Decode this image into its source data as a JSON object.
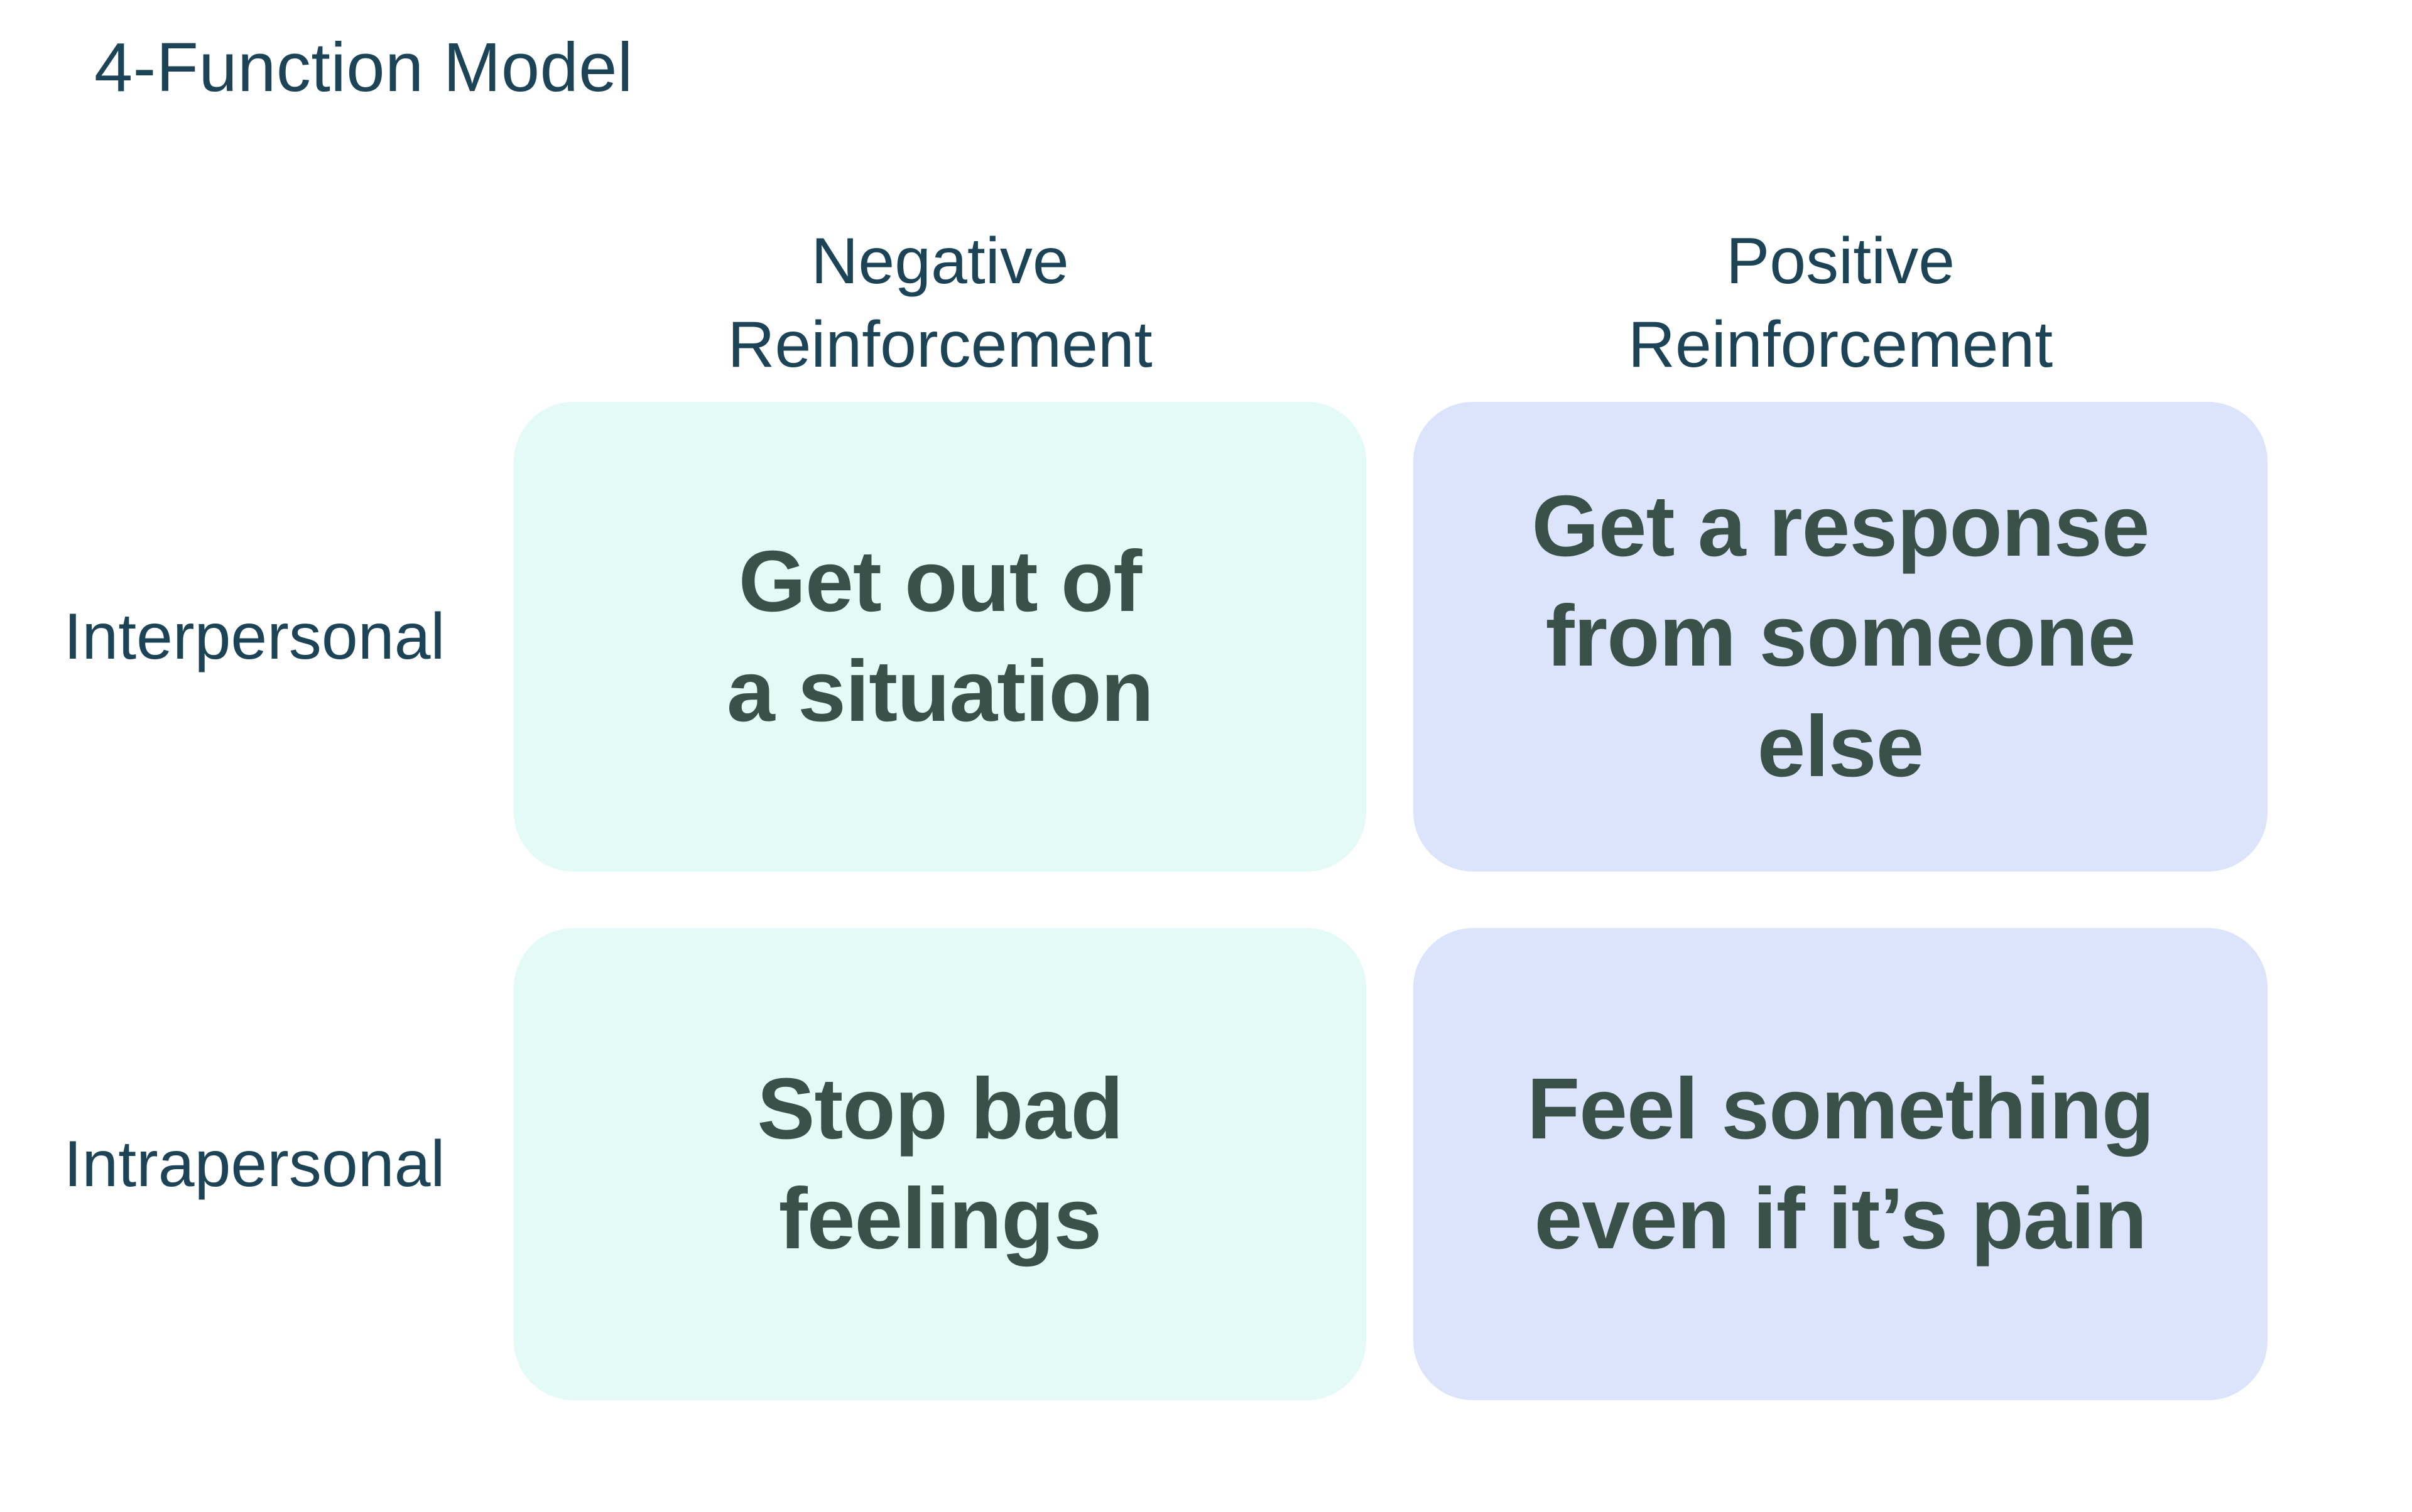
{
  "title": "4-Function Model",
  "colors": {
    "header_text": "#1D4456",
    "cell_text": "#3A5149",
    "negative_bg": "#E4FAF6",
    "positive_bg": "#DBE4FA",
    "page_bg": "#FFFFFF"
  },
  "matrix": {
    "columns": [
      {
        "id": "negative-reinforcement",
        "label_lines": [
          "Negative",
          "Reinforcement"
        ]
      },
      {
        "id": "positive-reinforcement",
        "label_lines": [
          "Positive",
          "Reinforcement"
        ]
      }
    ],
    "rows": [
      {
        "id": "interpersonal",
        "label": "Interpersonal"
      },
      {
        "id": "intrapersonal",
        "label": "Intrapersonal"
      }
    ],
    "cells": {
      "interpersonal_negative": {
        "lines": [
          "Get out of",
          "a situation"
        ]
      },
      "interpersonal_positive": {
        "lines": [
          "Get a response",
          "from someone",
          "else"
        ]
      },
      "intrapersonal_negative": {
        "lines": [
          "Stop bad",
          "feelings"
        ]
      },
      "intrapersonal_positive": {
        "lines": [
          "Feel something",
          "even if it’s pain"
        ]
      }
    }
  }
}
